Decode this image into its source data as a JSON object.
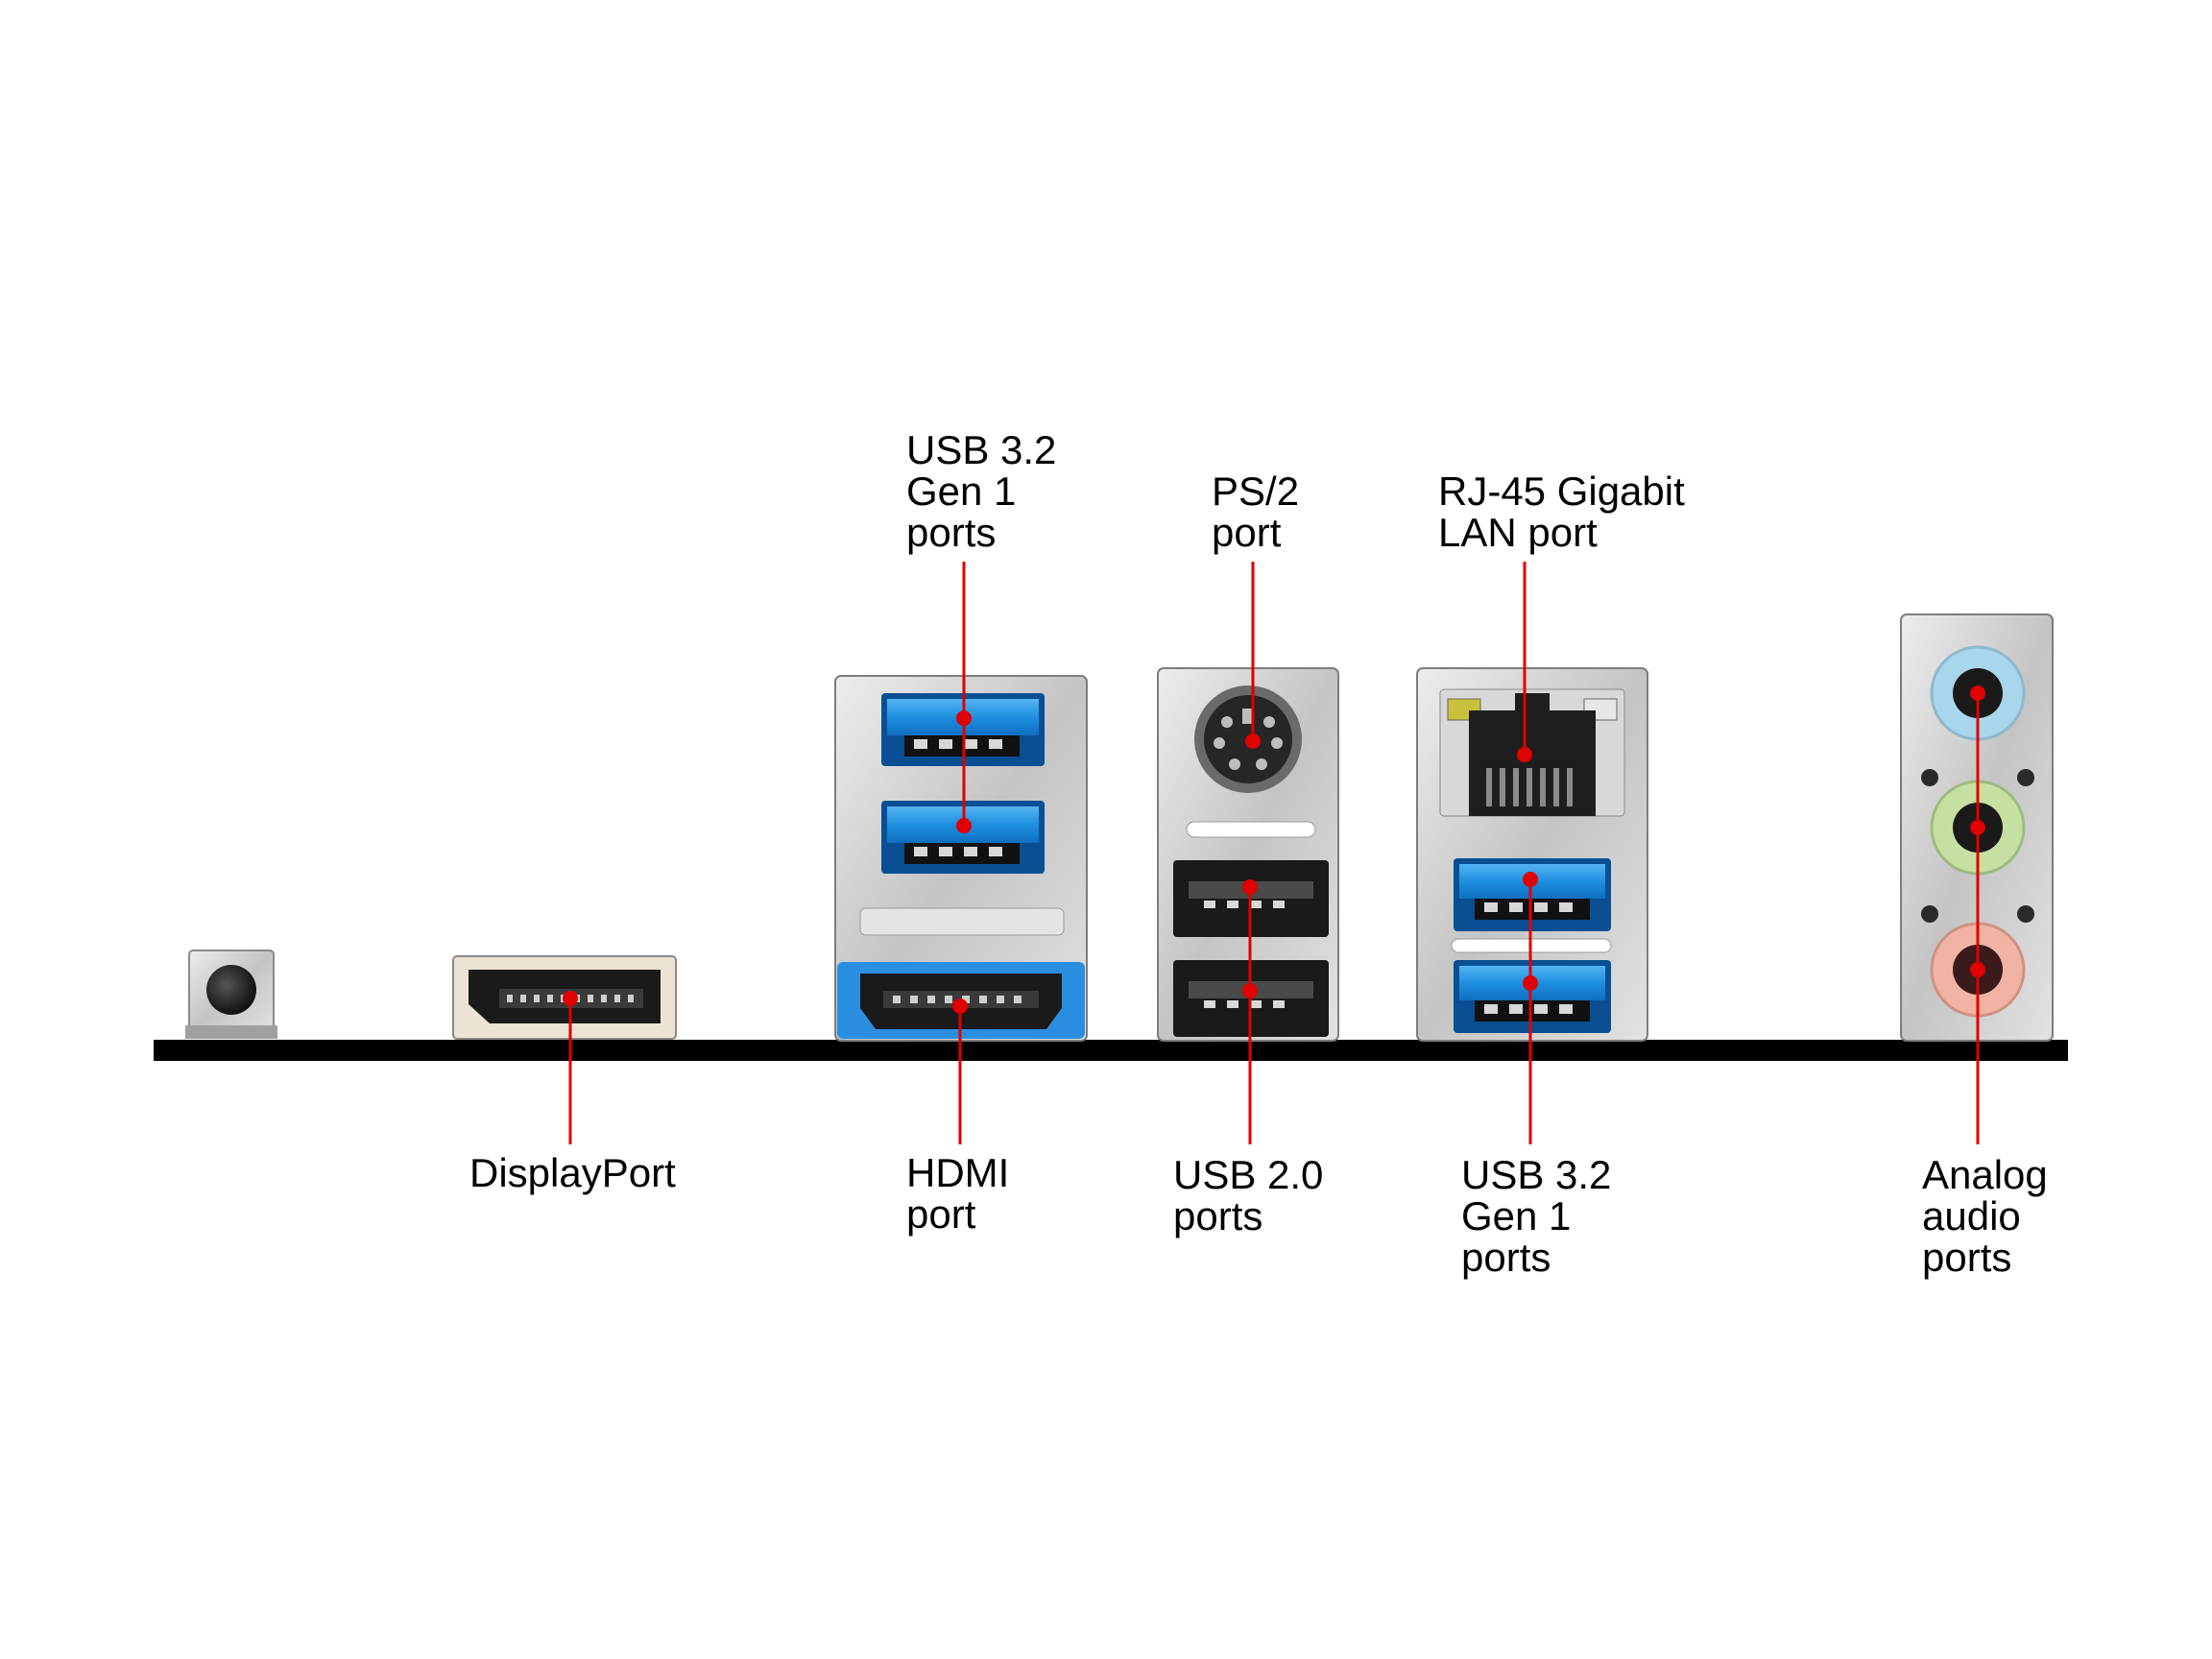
{
  "title": "",
  "colors": {
    "callout_line": "#e00000",
    "callout_dot": "#e00000",
    "bracket_bar": "#000000",
    "usb3_blue": "#1d8fe0",
    "metal": "#c9c9c9",
    "audio_blue": "#a8d6ec",
    "audio_green": "#c6e0a2",
    "audio_pink": "#f1b3a4"
  },
  "labels": {
    "usb32_top": [
      "USB 3.2",
      "Gen 1",
      "ports"
    ],
    "ps2": [
      "PS/2",
      "port"
    ],
    "rj45": [
      "RJ-45 Gigabit",
      "LAN port"
    ],
    "displayport": [
      "DisplayPort"
    ],
    "hdmi": [
      "HDMI",
      "port"
    ],
    "usb20": [
      "USB 2.0",
      "ports"
    ],
    "usb32_bottom": [
      "USB 3.2",
      "Gen 1",
      "ports"
    ],
    "audio": [
      "Analog",
      "audio",
      "ports"
    ]
  },
  "icons": {
    "clear_cmos": "push-button-icon",
    "displayport": "displayport-connector-icon",
    "hdmi": "hdmi-connector-icon",
    "usb3": "usb-a-port-icon",
    "usb2": "usb-a-port-icon",
    "ps2": "ps2-mini-din-icon",
    "rj45": "rj45-jack-icon",
    "audio": "audio-jack-icon"
  }
}
